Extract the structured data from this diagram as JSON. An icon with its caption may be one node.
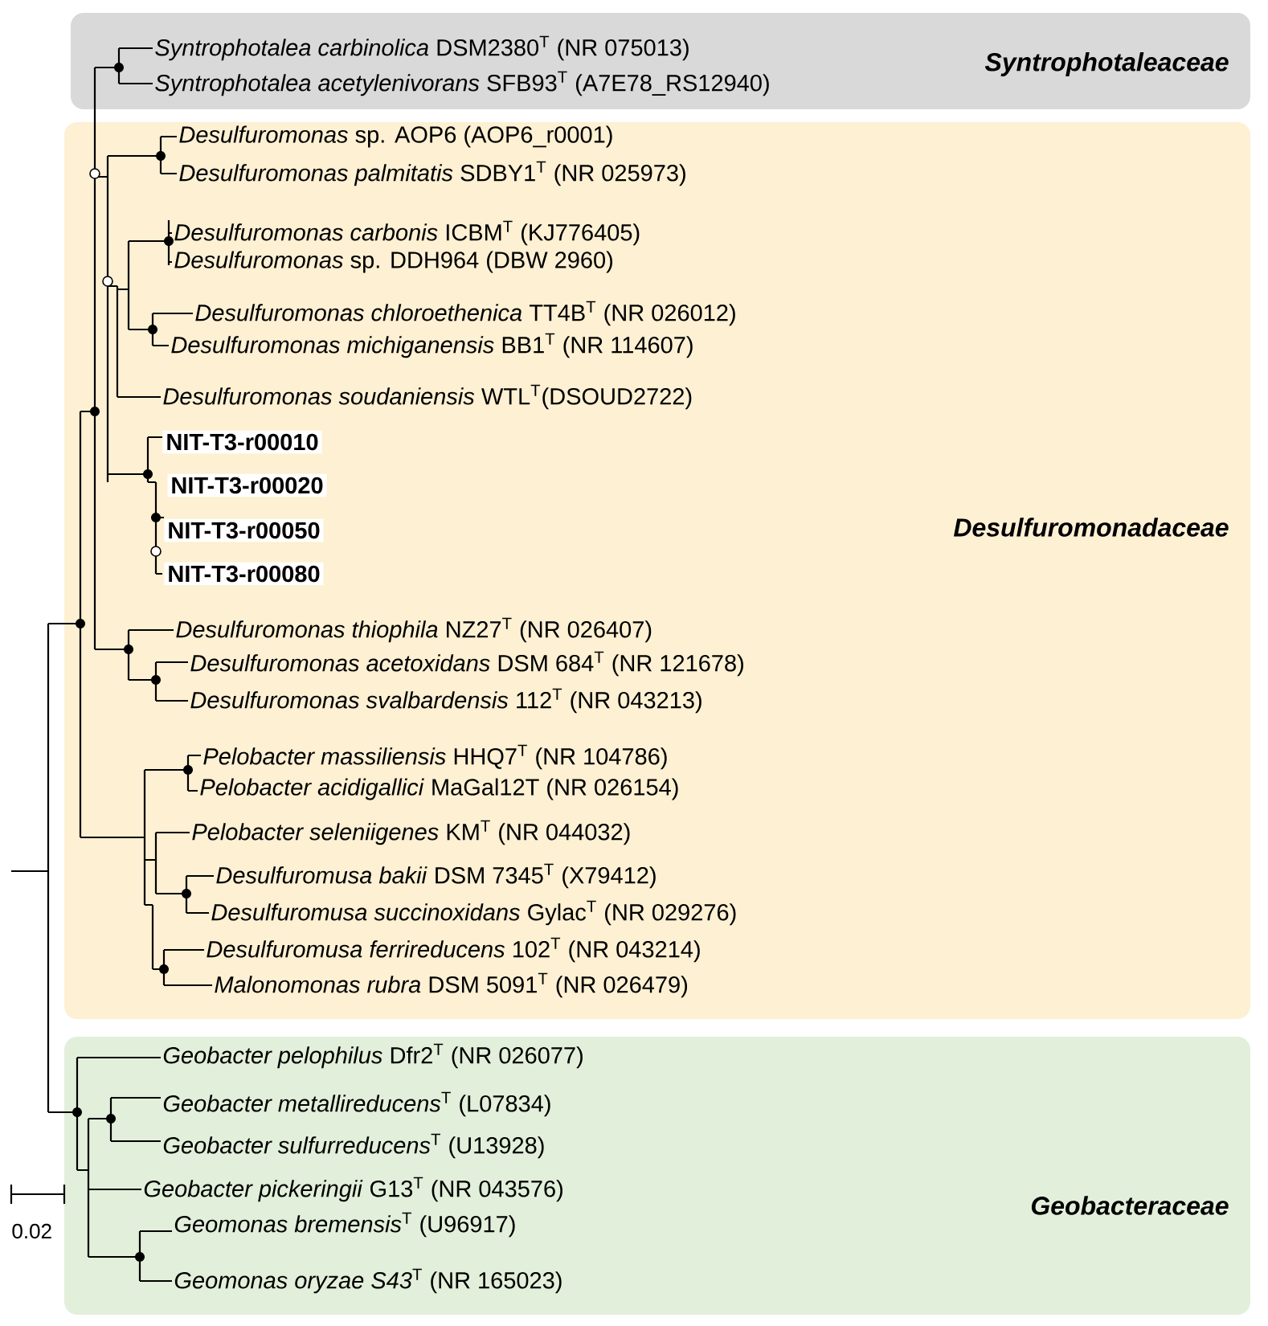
{
  "diagram": {
    "nodes": [
      {
        "text": [
          "Syntrophotaleaceae"
        ]
      },
      {
        "text": [
          "Desulfuromonadaceae"
        ]
      },
      {
        "text": [
          "Geobacteraceae"
        ]
      }
    ],
    "labels": [
      "*Syntrophotalea carbinolica* DSM2380$^{T}$ (NR 075013)",
      "*Syntrophotalea acetylenivorans* SFB93$^{T}$ (A7E78_RS12940)",
      "*Desulfuromonas* sp. AOP6 (AOP6_r0001)",
      "*Desulfuromonas palmitatis* SDBY1$^{T}$ (NR 025973)",
      "*Desulfuromonas carbonis* ICBM$^{T}$ (KJ776405)",
      "*Desulfuromonas* sp. DDH964 (DBW 2960)",
      "*Desulfuromonas chloroethenica* TT4B$^{T}$ (NR 026012)",
      "*Desulfuromonas michiganensis* BB1$^{T}$ (NR 114607)",
      "*Desulfuromonas soudaniensis* WTL$^{T}$(DSOUD2722)",
      "NIT-T3-r00010",
      "NIT-T3-r00020",
      "NIT-T3-r00050",
      "NIT-T3-r00080",
      "*Desulfuromonas thiophila* NZ27$^{T}$ (NR 026407)",
      "*Desulfuromonas acetoxidans* DSM 684$^{T}$ (NR 121678)",
      "*Desulfuromonas svalbardensis* 112$^{T}$ (NR 043213)",
      "*Pelobacter massiliensis* HHQ7$^{T}$ (NR 104786)",
      "*Pelobacter acidigallici* MaGal12T (NR 026154)",
      "*Pelobacter seleniigenes* KM$^{T}$ (NR 044032)",
      "*Desulfuromusa bakii* DSM 7345$^{T}$ (X79412)",
      "*Desulfuromusa succinoxidans* Gylac$^{T}$ (NR 029276)",
      "*Desulfuromusa ferrireducens* 102$^{T}$ (NR 043214)",
      "*Malonomonas rubra* DSM 5091$^{T}$ (NR 026479)",
      "*Geobacter pelophilus* Dfr2$^{T}$ (NR 026077)",
      "*Geobacter metallireducens*$^{T}$ (L07834)",
      "*Geobacter sulfurreducens*$^{T}$ (U13928)",
      "*Geobacter pickeringii* G13$^{T}$ (NR 043576)",
      "*Geomonas bremensis*$^{T}$ (U96917)",
      "*Geomonas oryzae S43*$^{T}$ (NR 165023)",
      "0.02"
    ]
  }
}
